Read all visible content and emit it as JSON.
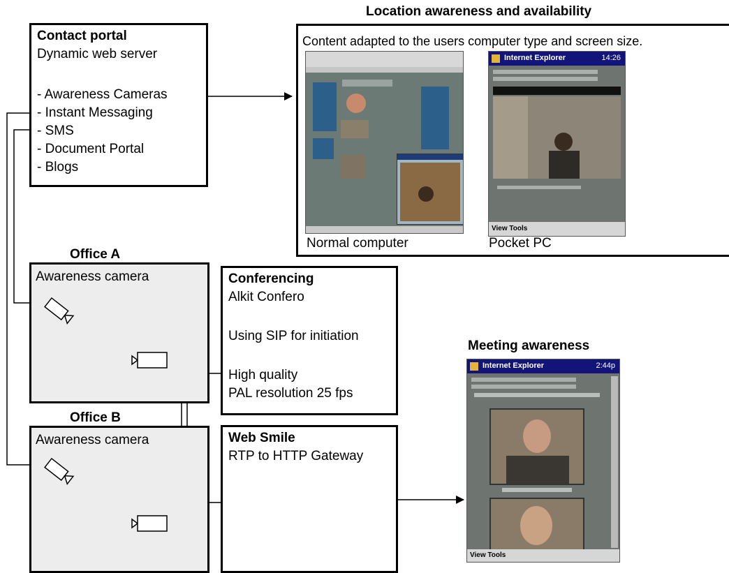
{
  "contact_portal": {
    "title": "Contact portal",
    "subtitle": "Dynamic web server",
    "items": [
      "- Awareness Cameras",
      "- Instant Messaging",
      "- SMS",
      "- Document Portal",
      "- Blogs"
    ]
  },
  "location": {
    "title": "Location awareness and availability",
    "caption": "Content adapted to the users computer type and screen size.",
    "normal_label": "Normal computer",
    "pocket_label": "Pocket PC",
    "pocket_app": "Internet Explorer",
    "pocket_time": "14:26",
    "pocket_menu": "View Tools"
  },
  "office_a": {
    "title": "Office A",
    "camera_label": "Awareness camera"
  },
  "office_b": {
    "title": "Office B",
    "camera_label": "Awareness camera"
  },
  "conferencing": {
    "title": "Conferencing",
    "lines": [
      "Alkit Confero",
      "",
      "Using SIP for initiation",
      "",
      "High quality",
      "PAL resolution 25 fps"
    ]
  },
  "web_smile": {
    "title": "Web Smile",
    "subtitle": "RTP to HTTP Gateway"
  },
  "meeting": {
    "title": "Meeting awareness",
    "app": "Internet Explorer",
    "time": "2:44p",
    "menu": "View Tools"
  }
}
